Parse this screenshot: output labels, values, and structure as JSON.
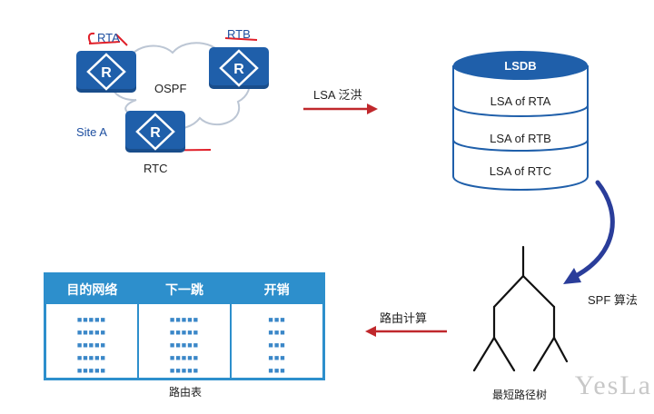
{
  "topology": {
    "routers": [
      "RTA",
      "RTB",
      "RTC"
    ],
    "area_label": "OSPF",
    "site_label": "Site A"
  },
  "arrows": {
    "flood_label": "LSA 泛洪",
    "spf_label": "SPF 算法",
    "route_calc_label": "路由计算"
  },
  "lsdb": {
    "title": "LSDB",
    "entries": [
      "LSA of RTA",
      "LSA of RTB",
      "LSA of RTC"
    ]
  },
  "spt": {
    "caption": "最短路径树"
  },
  "routing_table": {
    "headers": [
      "目的网络",
      "下一跳",
      "开销"
    ],
    "placeholder_rows": [
      "■■■■■",
      "■■■■■",
      "■■■"
    ],
    "caption": "路由表"
  },
  "watermark": "YesLa",
  "colors": {
    "router": "#1f5faa",
    "table": "#2d8fcc",
    "arrow": "#c0282c",
    "annotation": "#e0202a"
  }
}
